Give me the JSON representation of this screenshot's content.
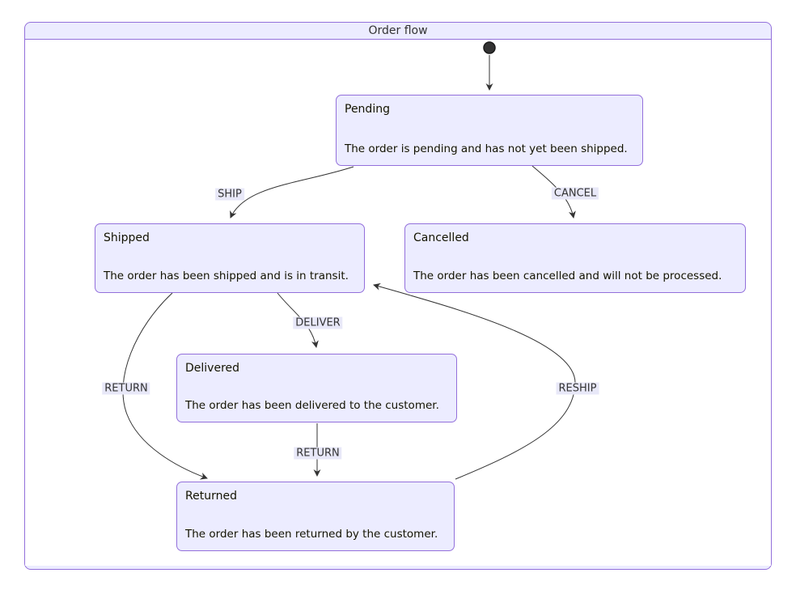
{
  "diagram": {
    "type": "state-diagram",
    "title": "Order flow",
    "colors": {
      "node_fill": "#ECECFF",
      "node_border": "#9370DB",
      "edge": "#333333",
      "label_bg": "#E8E8F8",
      "text": "#131300",
      "initial_dot": "#333333"
    },
    "initial_state": {
      "shape": "filled-circle"
    },
    "states": [
      {
        "id": "Pending",
        "title": "Pending",
        "description": "The order is pending and has not yet been shipped."
      },
      {
        "id": "Shipped",
        "title": "Shipped",
        "description": "The order has been shipped and is in transit."
      },
      {
        "id": "Cancelled",
        "title": "Cancelled",
        "description": "The order has been cancelled and will not be processed."
      },
      {
        "id": "Delivered",
        "title": "Delivered",
        "description": "The order has been delivered to the customer."
      },
      {
        "id": "Returned",
        "title": "Returned",
        "description": "The order has been returned by the customer."
      }
    ],
    "transitions": [
      {
        "from": "[*]",
        "to": "Pending",
        "label": ""
      },
      {
        "from": "Pending",
        "to": "Shipped",
        "label": "SHIP"
      },
      {
        "from": "Pending",
        "to": "Cancelled",
        "label": "CANCEL"
      },
      {
        "from": "Shipped",
        "to": "Delivered",
        "label": "DELIVER"
      },
      {
        "from": "Shipped",
        "to": "Returned",
        "label": "RETURN"
      },
      {
        "from": "Delivered",
        "to": "Returned",
        "label": "RETURN"
      },
      {
        "from": "Returned",
        "to": "Shipped",
        "label": "RESHIP"
      }
    ]
  }
}
